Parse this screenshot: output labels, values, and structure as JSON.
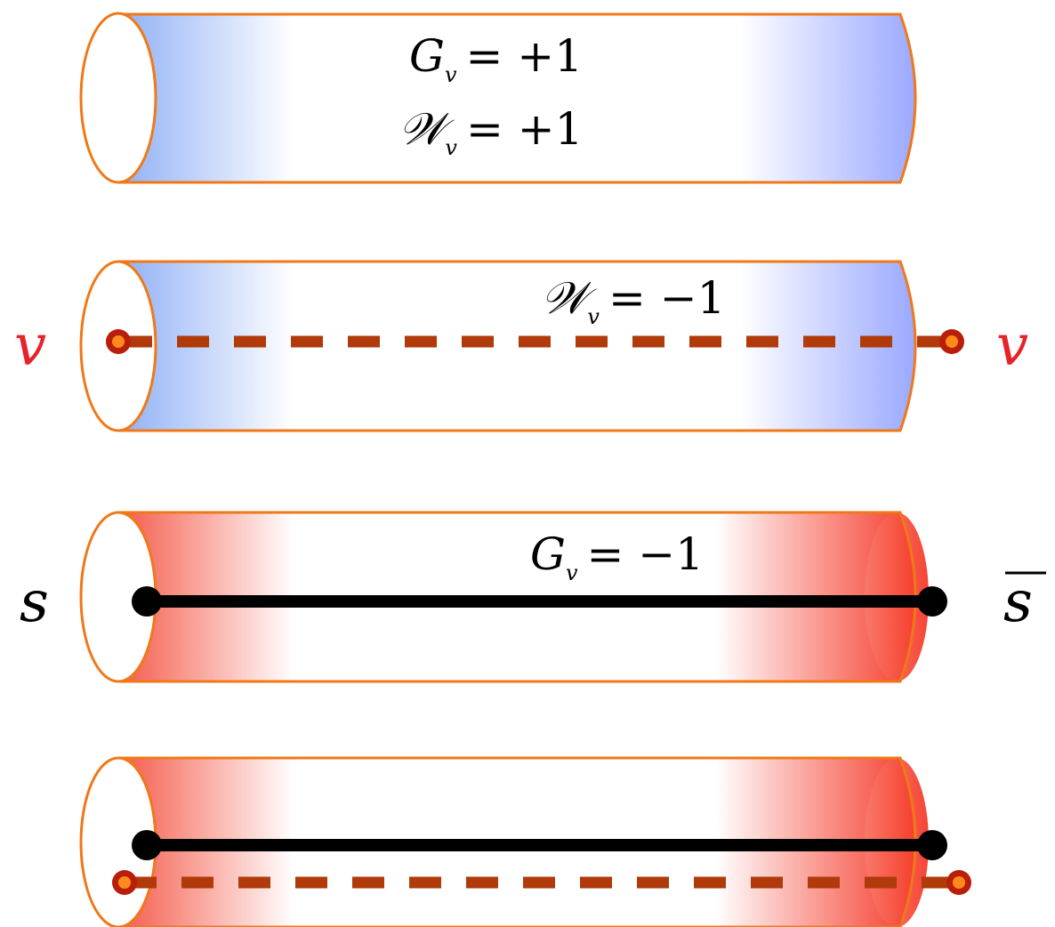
{
  "panels": [
    {
      "id": "panel-1",
      "fill": "blue",
      "labels": [
        {
          "symbol": "G",
          "subscript": "v",
          "rest": " = +1"
        },
        {
          "symbol": "𝒲",
          "subscript": "v",
          "rest": " = +1"
        }
      ],
      "has_dashed_line": false,
      "has_solid_line": false
    },
    {
      "id": "panel-2",
      "fill": "blue",
      "labels": [
        {
          "symbol": "𝒲",
          "subscript": "v",
          "rest": " = −1"
        }
      ],
      "has_dashed_line": true,
      "has_solid_line": false,
      "end_label_left": "v",
      "end_label_right": "v"
    },
    {
      "id": "panel-3",
      "fill": "red",
      "labels": [
        {
          "symbol": "G",
          "subscript": "v",
          "rest": " = −1"
        }
      ],
      "has_dashed_line": false,
      "has_solid_line": true,
      "end_label_left": "s",
      "end_label_right": "s̄"
    },
    {
      "id": "panel-4",
      "fill": "red",
      "labels": [],
      "has_dashed_line": true,
      "has_solid_line": true
    }
  ],
  "text": {
    "p1_l1_sym": "G",
    "p1_l1_sub": "v",
    "p1_l1_rest": "= +1",
    "p1_l2_sym": "𝒲",
    "p1_l2_sub": "v",
    "p1_l2_rest": "= +1",
    "p2_l1_sym": "𝒲",
    "p2_l1_sub": "v",
    "p2_l1_rest": "= −1",
    "p3_l1_sym": "G",
    "p3_l1_sub": "v",
    "p3_l1_rest": "= −1",
    "v_left": "v",
    "v_right": "v",
    "s_left": "s",
    "s_right": "s"
  },
  "colors": {
    "tube_outline": "#f07818",
    "blue_fill": "#8fb0f5",
    "red_fill": "#f53a2a",
    "dashed_line": "#b03a0a",
    "dashed_point_outer": "#b81e0a",
    "dashed_point_inner": "#ff8a1a",
    "solid_line": "#000000",
    "v_label": "#e8222a",
    "s_label": "#000000"
  }
}
